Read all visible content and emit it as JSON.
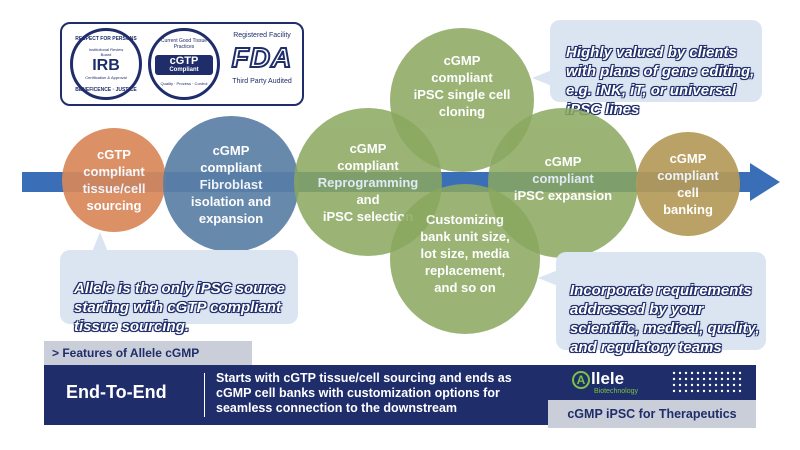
{
  "certifications": {
    "irb_top": "RESPECT FOR PERSONS",
    "irb_mid": "Institutional Review Board",
    "irb_name": "IRB",
    "irb_sub": "Certification & Approval",
    "irb_bottom": "BENEFICENCE · JUSTICE",
    "cgtp_top": "Current Good Tissue Practices",
    "cgtp_name": "cGTP",
    "cgtp_sub": "Compliant",
    "cgtp_bottom": "Quality · Process · Control",
    "fda_top": "Registered Facility",
    "fda_name": "FDA",
    "fda_bottom": "Third Party Audited"
  },
  "steps": [
    {
      "label": "cGTP\ncompliant\ntissue/cell\nsourcing",
      "color": "#d9875a"
    },
    {
      "label": "cGMP\ncompliant\nFibroblast\nisolation and\nexpansion",
      "color": "#5b7fa6"
    },
    {
      "label": "cGMP\ncompliant\nReprogramming\nand\niPSC selection",
      "color": "#8aa85f"
    },
    {
      "label": "cGMP\ncompliant\niPSC single cell\ncloning",
      "color": "#8aa85f"
    },
    {
      "label": "cGMP\ncompliant\niPSC expansion",
      "color": "#8aa85f"
    },
    {
      "label": "Customizing\nbank unit size,\nlot size, media\nreplacement,\nand so on",
      "color": "#8aa85f"
    },
    {
      "label": "cGMP\ncompliant\ncell\nbanking",
      "color": "#b59a58"
    }
  ],
  "callouts": {
    "gene_editing": "Highly valued by clients\nwith plans of gene editing,\ne.g. iNK, iT, or universal\niPSC lines",
    "allele_only": "Allele is the only iPSC source\nstarting with cGTP compliant\ntissue sourcing.",
    "requirements": "Incorporate requirements\naddressed by  your\nscientific, medical, quality,\nand regulatory teams"
  },
  "features": {
    "tab_label": "> Features of Allele cGMP",
    "title": "End-To-End",
    "description": "Starts with cGTP tissue/cell sourcing and ends as\ncGMP cell banks with customization options for\nseamless connection to the downstream",
    "logo_text": "llele",
    "logo_sub": "Biotechnology",
    "tagline": "cGMP iPSC for Therapeutics"
  },
  "colors": {
    "navy": "#1f2d6b",
    "arrow": "#3a6fb8",
    "callout_bg": "#dbe5f1",
    "tagline_bg": "#c9ced8"
  }
}
